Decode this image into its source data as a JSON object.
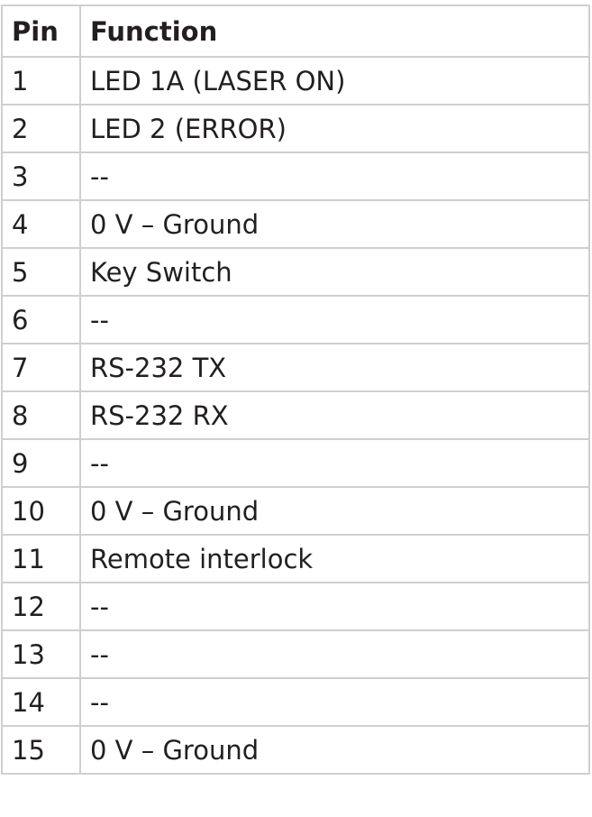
{
  "table": {
    "headers": [
      "Pin",
      "Function"
    ],
    "rows": [
      {
        "pin": "1",
        "function": "LED 1A (LASER ON)"
      },
      {
        "pin": "2",
        "function": "LED 2 (ERROR)"
      },
      {
        "pin": "3",
        "function": "--"
      },
      {
        "pin": "4",
        "function": "0 V – Ground"
      },
      {
        "pin": "5",
        "function": "Key Switch"
      },
      {
        "pin": "6",
        "function": "--"
      },
      {
        "pin": "7",
        "function": "RS-232 TX"
      },
      {
        "pin": "8",
        "function": "RS-232 RX"
      },
      {
        "pin": "9",
        "function": "--"
      },
      {
        "pin": "10",
        "function": "0 V – Ground"
      },
      {
        "pin": "11",
        "function": "Remote interlock"
      },
      {
        "pin": "12",
        "function": "--"
      },
      {
        "pin": "13",
        "function": "--"
      },
      {
        "pin": "14",
        "function": "--"
      },
      {
        "pin": "15",
        "function": "0 V – Ground"
      }
    ]
  },
  "colors": {
    "text": "#231f20",
    "border": "#cfcfcf",
    "background": "#ffffff"
  }
}
